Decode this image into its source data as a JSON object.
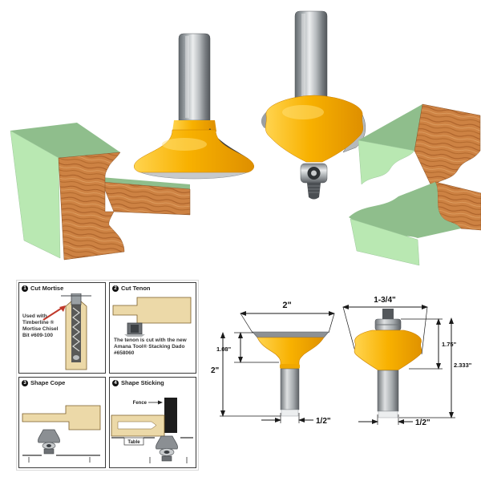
{
  "colors": {
    "background": "#ffffff",
    "block_green_light": "#b9e8b2",
    "block_green_dark": "#8fbe8c",
    "wood_grain_base": "#cd8243",
    "wood_grain_line": "#a95f28",
    "bit_yellow": "#f8b100",
    "metal_gray": "#9aa0a4",
    "carbide_dark": "#3f3e3a",
    "diagram_line": "#1a1a1a",
    "red_arrow": "#c0392b"
  },
  "instructions": {
    "panels": [
      {
        "number": "1",
        "title": "Cut Mortise",
        "note": "Used with Timberline ® Mortise Chisel Bit #609-100"
      },
      {
        "number": "2",
        "title": "Cut Tenon",
        "note": "The tenon is cut with the new Amana Tool® Stacking Dado #658060"
      },
      {
        "number": "3",
        "title": "Shape Cope",
        "note": ""
      },
      {
        "number": "4",
        "title": "Shape Sticking",
        "fence_label": "Fence",
        "table_label": "Table"
      }
    ]
  },
  "dimensions": {
    "left_bit": {
      "diameter": "2\"",
      "cutter_height": "1.08\"",
      "overall_length": "2\"",
      "shank": "1/2\""
    },
    "right_bit": {
      "diameter": "1-3/4\"",
      "cutter_height": "1.75\"",
      "overall_length": "2.333\"",
      "shank": "1/2\""
    }
  }
}
